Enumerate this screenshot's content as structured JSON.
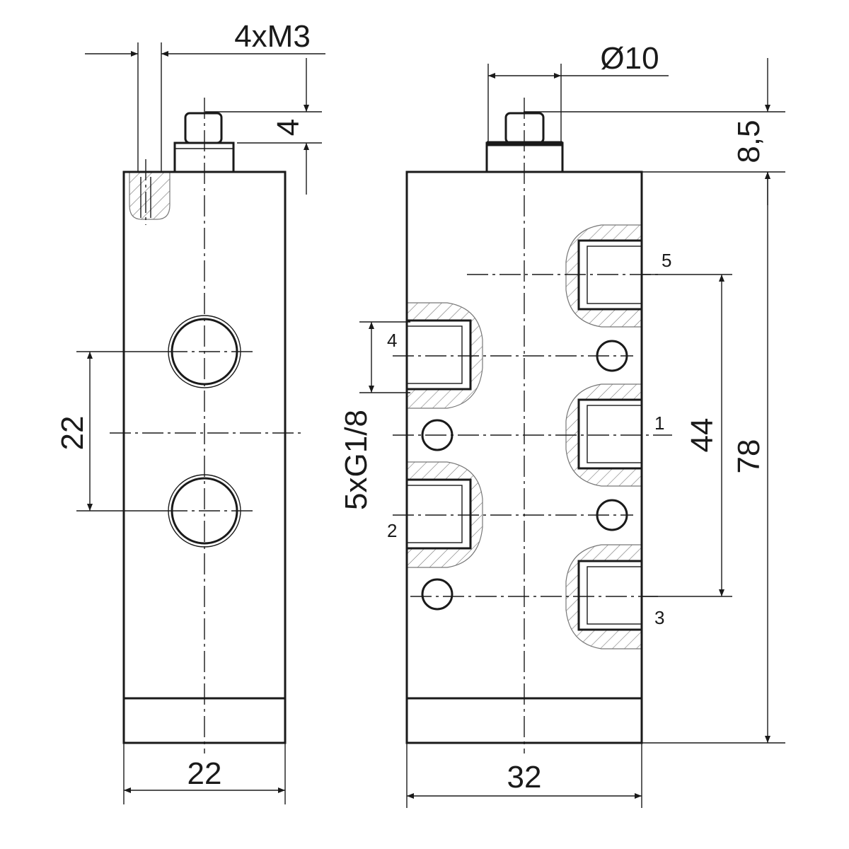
{
  "drawing": {
    "side_view": {
      "thread_callout": "4xM3",
      "pin_height": "4",
      "hole_spacing": "22",
      "width": "22"
    },
    "front_view": {
      "pin_diameter": "Ø10",
      "pin_height": "8,5",
      "port_callout": "5xG1/8",
      "port_spacing": "44",
      "height": "78",
      "width": "32",
      "port_labels": [
        "5",
        "4",
        "1",
        "2",
        "3"
      ]
    }
  }
}
